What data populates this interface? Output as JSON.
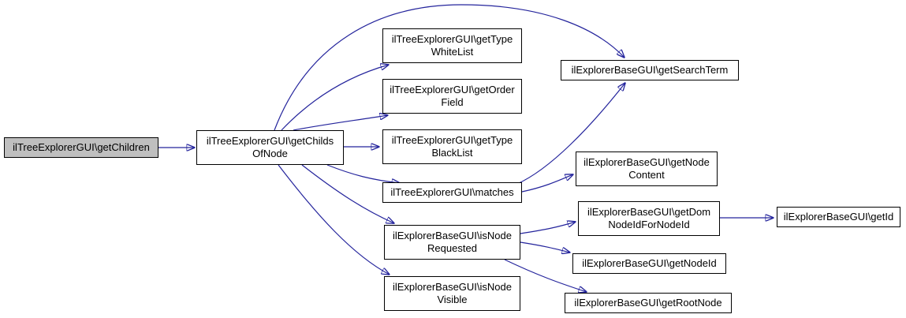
{
  "diagram": {
    "type": "call-graph",
    "background_color": "#ffffff",
    "edge_color": "#24249c",
    "node_border_color": "#000000",
    "node_fill_color": "#ffffff",
    "highlighted_node_fill_color": "#bfbfbf",
    "text_color": "#000000"
  },
  "nodes": [
    {
      "id": "getChildren",
      "line1": "ilTreeExplorerGUI\\getChildren",
      "line2": "",
      "highlighted": true
    },
    {
      "id": "getChildsOfNode",
      "line1": "ilTreeExplorerGUI\\getChilds",
      "line2": "OfNode",
      "highlighted": false
    },
    {
      "id": "getTypeWhiteList",
      "line1": "ilTreeExplorerGUI\\getType",
      "line2": "WhiteList",
      "highlighted": false
    },
    {
      "id": "getOrderField",
      "line1": "ilTreeExplorerGUI\\getOrder",
      "line2": "Field",
      "highlighted": false
    },
    {
      "id": "getTypeBlackList",
      "line1": "ilTreeExplorerGUI\\getType",
      "line2": "BlackList",
      "highlighted": false
    },
    {
      "id": "matches",
      "line1": "ilTreeExplorerGUI\\matches",
      "line2": "",
      "highlighted": false
    },
    {
      "id": "isNodeRequested",
      "line1": "ilExplorerBaseGUI\\isNode",
      "line2": "Requested",
      "highlighted": false
    },
    {
      "id": "isNodeVisible",
      "line1": "ilExplorerBaseGUI\\isNode",
      "line2": "Visible",
      "highlighted": false
    },
    {
      "id": "getSearchTerm",
      "line1": "ilExplorerBaseGUI\\getSearchTerm",
      "line2": "",
      "highlighted": false
    },
    {
      "id": "getNodeContent",
      "line1": "ilExplorerBaseGUI\\getNode",
      "line2": "Content",
      "highlighted": false
    },
    {
      "id": "getDomNodeIdForNodeId",
      "line1": "ilExplorerBaseGUI\\getDom",
      "line2": "NodeIdForNodeId",
      "highlighted": false
    },
    {
      "id": "getNodeId",
      "line1": "ilExplorerBaseGUI\\getNodeId",
      "line2": "",
      "highlighted": false
    },
    {
      "id": "getRootNode",
      "line1": "ilExplorerBaseGUI\\getRootNode",
      "line2": "",
      "highlighted": false
    },
    {
      "id": "getId",
      "line1": "ilExplorerBaseGUI\\getId",
      "line2": "",
      "highlighted": false
    }
  ],
  "edges": [
    {
      "from": "getChildren",
      "to": "getChildsOfNode"
    },
    {
      "from": "getChildsOfNode",
      "to": "getSearchTerm"
    },
    {
      "from": "getChildsOfNode",
      "to": "getTypeWhiteList"
    },
    {
      "from": "getChildsOfNode",
      "to": "getOrderField"
    },
    {
      "from": "getChildsOfNode",
      "to": "getTypeBlackList"
    },
    {
      "from": "getChildsOfNode",
      "to": "matches"
    },
    {
      "from": "getChildsOfNode",
      "to": "isNodeRequested"
    },
    {
      "from": "getChildsOfNode",
      "to": "isNodeVisible"
    },
    {
      "from": "matches",
      "to": "getSearchTerm"
    },
    {
      "from": "matches",
      "to": "getNodeContent"
    },
    {
      "from": "isNodeRequested",
      "to": "getDomNodeIdForNodeId"
    },
    {
      "from": "isNodeRequested",
      "to": "getNodeId"
    },
    {
      "from": "isNodeRequested",
      "to": "getRootNode"
    },
    {
      "from": "getDomNodeIdForNodeId",
      "to": "getId"
    }
  ]
}
